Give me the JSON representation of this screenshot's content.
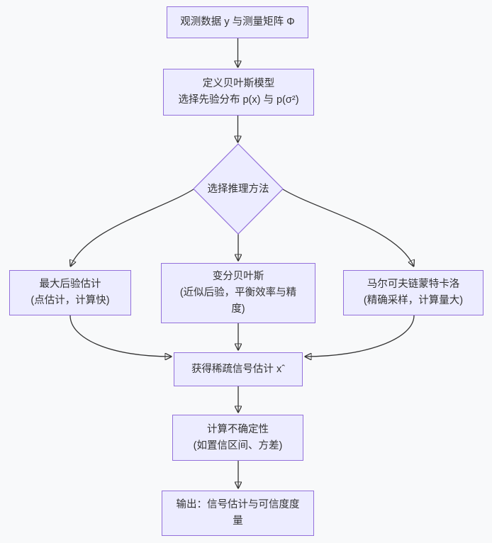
{
  "diagram": {
    "type": "flowchart-top-down",
    "colors": {
      "background": "#f8f9fa",
      "node_fill": "#ECECFF",
      "node_border": "#9370DB",
      "edge": "#333333",
      "text": "#333333"
    },
    "nodes": {
      "observed": {
        "label": "观测数据 y 与测量矩阵 Φ",
        "shape": "rect"
      },
      "model": {
        "label": "定义贝叶斯模型\n选择先验分布 p(x) 与 p(σ²)",
        "shape": "rect"
      },
      "decision": {
        "label": "选择推理方法",
        "shape": "diamond"
      },
      "map": {
        "label": "最大后验估计\n(点估计，计算快)",
        "shape": "rect"
      },
      "vb": {
        "label": "变分贝叶斯\n(近似后验，平衡效率与精\n度)",
        "shape": "rect"
      },
      "mcmc": {
        "label": "马尔可夫链蒙特卡洛\n(精确采样，计算量大)",
        "shape": "rect"
      },
      "estimate": {
        "label": "获得稀疏信号估计 xˆ",
        "shape": "rect"
      },
      "uncertainty": {
        "label": "计算不确定性\n(如置信区间、方差)",
        "shape": "rect"
      },
      "output": {
        "label": "输出：信号估计与可信度度\n量",
        "shape": "rect"
      }
    },
    "edges": [
      {
        "from": "observed",
        "to": "model"
      },
      {
        "from": "model",
        "to": "decision"
      },
      {
        "from": "decision",
        "to": "map"
      },
      {
        "from": "decision",
        "to": "vb"
      },
      {
        "from": "decision",
        "to": "mcmc"
      },
      {
        "from": "map",
        "to": "estimate"
      },
      {
        "from": "vb",
        "to": "estimate"
      },
      {
        "from": "mcmc",
        "to": "estimate"
      },
      {
        "from": "estimate",
        "to": "uncertainty"
      },
      {
        "from": "uncertainty",
        "to": "output"
      }
    ]
  }
}
